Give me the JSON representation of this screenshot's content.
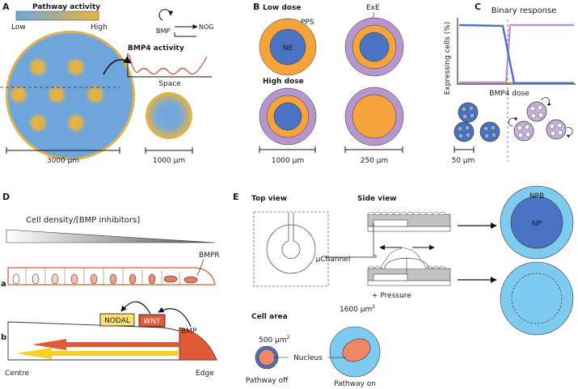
{
  "panelA": {
    "label": "A",
    "legend_title": "Pathway activity",
    "legend_low": "Low",
    "legend_high": "High",
    "scale": "3000 µm",
    "bmp": "BMP",
    "nog": "NOG",
    "graph_title": "BMP4 activity",
    "graph_xlabel": "Space",
    "scale_small": "1000 µm",
    "colors": {
      "low": "#6ea6dc",
      "high": "#ebb43c"
    }
  },
  "panelB": {
    "label": "B",
    "low_dose": "Low dose",
    "high_dose": "High dose",
    "pps": "PPS",
    "exe": "ExE",
    "ne": "NE",
    "scale_left": "1000 µm",
    "scale_right": "250 µm",
    "colors": {
      "orange": "#f5a43c",
      "blue": "#4a73c4",
      "purple": "#b596cf"
    }
  },
  "panelC": {
    "label": "C",
    "title": "Binary response",
    "ylabel": "Expressing cells (%)",
    "xlabel": "BMP4 dose",
    "scale": "50 µm"
  },
  "panelD": {
    "label": "D",
    "density": "Cell density/[BMP inhibitors]",
    "sub_a": "a",
    "sub_b": "b",
    "bmpr": "BMPR",
    "nodal": "NODAL",
    "wnt": "WNT",
    "bmp": "BMP",
    "centre": "Centre",
    "edge": "Edge"
  },
  "panelE": {
    "label": "E",
    "top_view": "Top view",
    "side_view": "Side view",
    "uchannel": "µChannel",
    "pressure": "+ Pressure",
    "npb": "NPB",
    "np": "NP",
    "cell_area": "Cell area",
    "area_small": "500 µm",
    "area_large": "1600 µm",
    "sup": "2",
    "nucleus": "Nucleus",
    "off": "Pathway off",
    "on": "Pathway on"
  }
}
